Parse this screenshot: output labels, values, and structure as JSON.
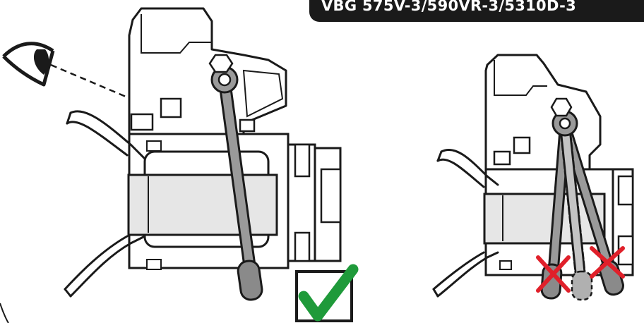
{
  "banner": {
    "model_label": "VBG 575V-3/590VR-3/5310D-3"
  },
  "colors": {
    "banner_background": "#1a1a1a",
    "banner_text": "#ffffff",
    "outline": "#1a1a1a",
    "handle_gray": "#9a9a9a",
    "pad_gray": "#e6e6e6",
    "check_green": "#1f9a3a",
    "cross_red": "#e0202a"
  },
  "panels": {
    "correct": {
      "verdict_icon": "green-check-mark-icon",
      "handle_state": "single handle held at one fixed angle",
      "viewer": "eye-icon with dashed line of sight"
    },
    "incorrect": {
      "verdict_icon": "red-cross-mark-icon",
      "handle_state": "handle swinging between three positions"
    }
  }
}
